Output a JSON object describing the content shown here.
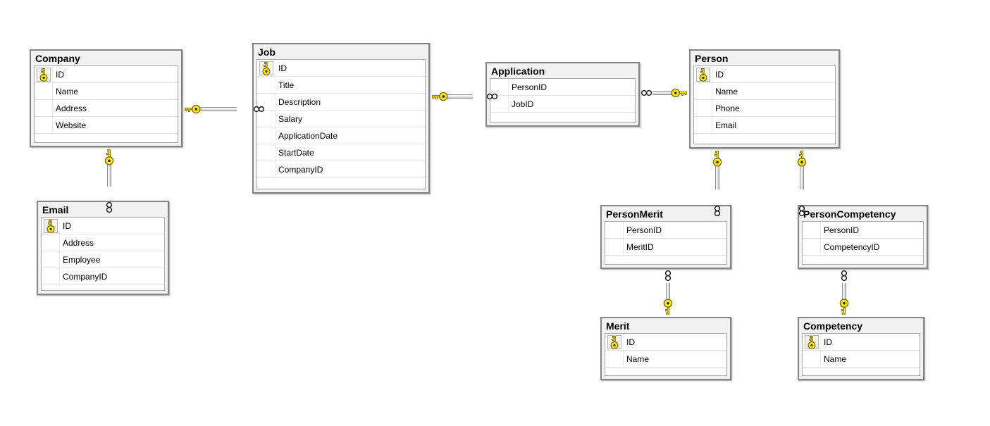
{
  "diagram_type": "database-entity-relationship-diagram",
  "tables": [
    {
      "name": "Company",
      "columns": [
        {
          "name": "ID",
          "pk": true
        },
        {
          "name": "Name",
          "pk": false
        },
        {
          "name": "Address",
          "pk": false
        },
        {
          "name": "Website",
          "pk": false
        }
      ]
    },
    {
      "name": "Email",
      "columns": [
        {
          "name": "ID",
          "pk": true
        },
        {
          "name": "Address",
          "pk": false
        },
        {
          "name": "Employee",
          "pk": false
        },
        {
          "name": "CompanyID",
          "pk": false
        }
      ]
    },
    {
      "name": "Job",
      "columns": [
        {
          "name": "ID",
          "pk": true
        },
        {
          "name": "Title",
          "pk": false
        },
        {
          "name": "Description",
          "pk": false
        },
        {
          "name": "Salary",
          "pk": false
        },
        {
          "name": "ApplicationDate",
          "pk": false
        },
        {
          "name": "StartDate",
          "pk": false
        },
        {
          "name": "CompanyID",
          "pk": false
        }
      ]
    },
    {
      "name": "Application",
      "columns": [
        {
          "name": "PersonID",
          "pk": false
        },
        {
          "name": "JobID",
          "pk": false
        }
      ]
    },
    {
      "name": "Person",
      "columns": [
        {
          "name": "ID",
          "pk": true
        },
        {
          "name": "Name",
          "pk": false
        },
        {
          "name": "Phone",
          "pk": false
        },
        {
          "name": "Email",
          "pk": false
        }
      ]
    },
    {
      "name": "PersonMerit",
      "columns": [
        {
          "name": "PersonID",
          "pk": false
        },
        {
          "name": "MeritID",
          "pk": false
        }
      ]
    },
    {
      "name": "PersonCompetency",
      "columns": [
        {
          "name": "PersonID",
          "pk": false
        },
        {
          "name": "CompetencyID",
          "pk": false
        }
      ]
    },
    {
      "name": "Merit",
      "columns": [
        {
          "name": "ID",
          "pk": true
        },
        {
          "name": "Name",
          "pk": false
        }
      ]
    },
    {
      "name": "Competency",
      "columns": [
        {
          "name": "ID",
          "pk": true
        },
        {
          "name": "Name",
          "pk": false
        }
      ]
    }
  ],
  "relationships": [
    {
      "one_side": "Company",
      "many_side": "Job",
      "one_symbol": "key",
      "many_symbol": "infinity"
    },
    {
      "one_side": "Job",
      "many_side": "Application",
      "one_symbol": "key",
      "many_symbol": "infinity"
    },
    {
      "one_side": "Person",
      "many_side": "Application",
      "one_symbol": "key",
      "many_symbol": "infinity"
    },
    {
      "one_side": "Company",
      "many_side": "Email",
      "one_symbol": "key",
      "many_symbol": "infinity"
    },
    {
      "one_side": "Person",
      "many_side": "PersonMerit",
      "one_symbol": "key",
      "many_symbol": "infinity"
    },
    {
      "one_side": "Person",
      "many_side": "PersonCompetency",
      "one_symbol": "key",
      "many_symbol": "infinity"
    },
    {
      "one_side": "Merit",
      "many_side": "PersonMerit",
      "one_symbol": "key",
      "many_symbol": "infinity"
    },
    {
      "one_side": "Competency",
      "many_side": "PersonCompetency",
      "one_symbol": "key",
      "many_symbol": "infinity"
    }
  ],
  "icons": {
    "primary_key": "key-icon",
    "relationship_one_end": "key-icon",
    "relationship_many_end": "infinity-icon"
  },
  "colors": {
    "canvas_bg": "#ffffff",
    "table_frame_bg": "#f2f2f2",
    "table_border": "#848484",
    "body_border": "#a9a9a9",
    "row_divider": "#e3e3e3",
    "key_yellow": "#ffe61a",
    "key_outline": "#7a6a00",
    "connector_edge": "#8c8c8c"
  }
}
